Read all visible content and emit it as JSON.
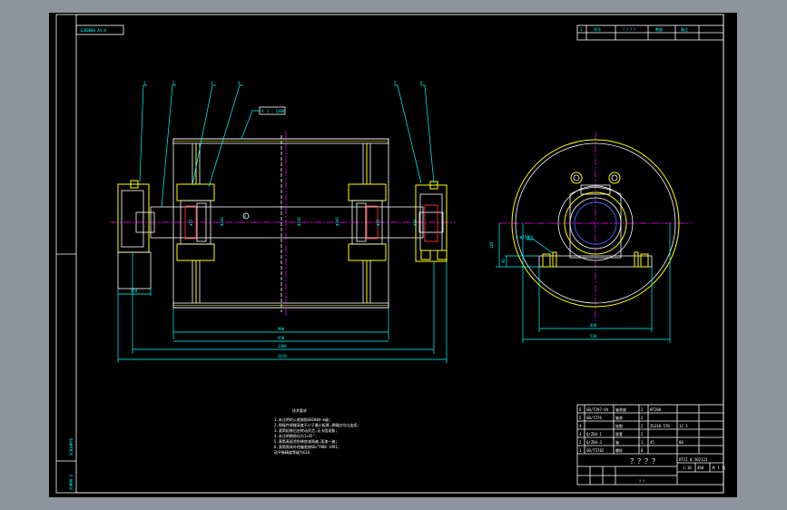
{
  "drawing": {
    "corner_label": "1260800 A4.0",
    "side_label_upper": "XCN3HMYE",
    "side_label_lower": "XOMPM 3",
    "shell_tag": "1 : 1300",
    "part_numbers": [
      "1",
      "2",
      "3",
      "4",
      "5",
      "6"
    ],
    "dimensions": {
      "left_base": "110",
      "shell_inner": "900",
      "shell_outer": "930",
      "bearing_span": "1300",
      "overall": "1470",
      "side_base": "460",
      "side_total": "520",
      "side_height": "140",
      "side_step": "40",
      "side_callout": "4-Φ25螺孔",
      "section_marks": [
        "Φ75",
        "Φ200",
        "Φ130",
        "Φ200",
        "Φ75",
        "Φ80"
      ],
      "centerline_tag": "A"
    },
    "notes": {
      "heading": "技术要求",
      "lines": [
        "1.未注明的公差按照GB1804-m级;",
        "2.焊接件焊缝高度不小于最小板厚,焊缝应均匀连续;",
        "3.滚筒组装后应转动灵活,无卡阻现象;",
        "4.未注明倒角均为1×45°;",
        "5.滚筒表面涂防锈底漆两遍,面漆一遍;",
        "6.滚筒筒体外径偏差按GB/T988-1991;",
        "   动平衡精度等级为G16."
      ]
    },
    "title_block": {
      "bom_rows": [
        [
          "6",
          "GB/T297-94",
          "轴承座",
          "2",
          "HT200",
          ""
        ],
        [
          "5",
          "GB/T276",
          "轴承",
          "2",
          "",
          ""
        ],
        [
          "4",
          "",
          "轮毂",
          "2",
          "ZG310-570",
          "12.5"
        ],
        [
          "3",
          "Q/ZB4-1",
          "胀套",
          "2",
          "",
          ""
        ],
        [
          "2",
          "Q/ZB4-3",
          "轴",
          "1",
          "45",
          "88"
        ],
        [
          "1",
          "GB/T5782",
          "螺栓",
          "8",
          "",
          ""
        ]
      ],
      "title": "？？？？",
      "drawing_no": "DTII 0.5B2123",
      "material_row": "？？",
      "scale": "1:10",
      "sheet": "共 1 张",
      "mass": "468"
    },
    "top_table": [
      "1",
      "序号",
      "？？？？",
      "数量",
      "备注"
    ]
  }
}
